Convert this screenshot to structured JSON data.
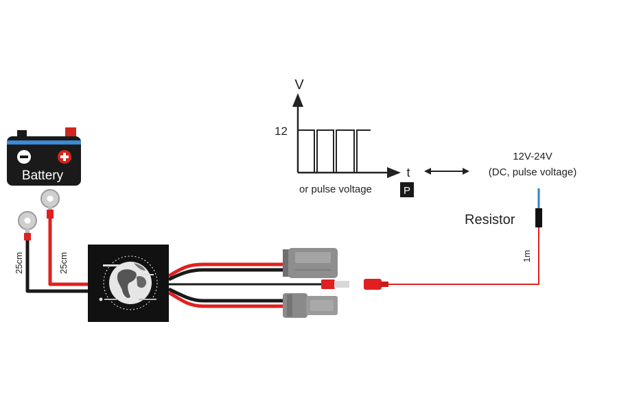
{
  "battery": {
    "label": "Battery",
    "negative_symbol": "minus-icon",
    "positive_symbol": "plus-icon"
  },
  "cables": {
    "negative_length": "25cm",
    "positive_length": "25cm",
    "signal_length": "1m"
  },
  "waveform": {
    "y_axis_label": "V",
    "x_axis_label": "t",
    "level_label": "12",
    "caption": "or pulse voltage",
    "pulse_badge": "P"
  },
  "input": {
    "range": "12V-24V",
    "type": "(DC, pulse voltage)"
  },
  "resistor": {
    "label": "Resistor"
  },
  "colors": {
    "wire_red": "#e02020",
    "wire_black": "#1a1a1a",
    "wire_blue": "#2f7fd0",
    "battery_body": "#1a1a1a",
    "battery_band": "#3a8ad6",
    "terminal_red": "#d0261d",
    "connector_gray": "#8e8e8e"
  }
}
